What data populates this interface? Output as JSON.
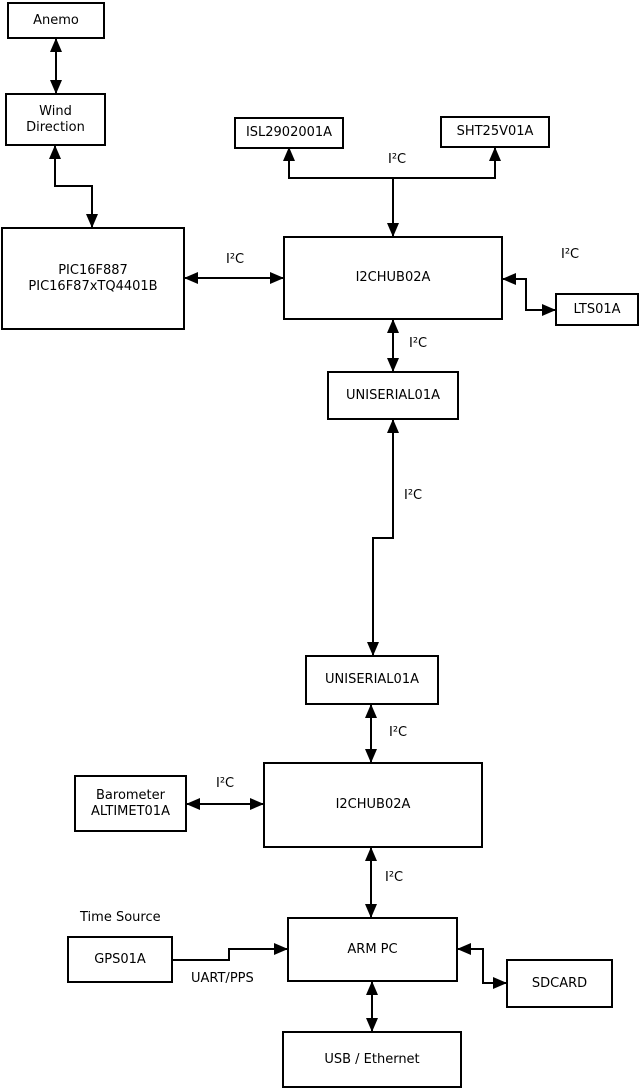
{
  "diagram": {
    "colors": {
      "background": "#ffffff",
      "stroke": "#000000",
      "text": "#000000"
    },
    "nodes": {
      "anemo": {
        "label": "Anemo"
      },
      "wind_direction": {
        "lines": [
          "Wind",
          "Direction"
        ]
      },
      "pic": {
        "lines": [
          "PIC16F887",
          "PIC16F87xTQ4401B"
        ]
      },
      "isl2902001a": {
        "label": "ISL2902001A"
      },
      "sht25v01a": {
        "label": "SHT25V01A"
      },
      "i2chub_upper": {
        "label": "I2CHUB02A"
      },
      "lts01a": {
        "label": "LTS01A"
      },
      "uniserial_upper": {
        "label": "UNISERIAL01A"
      },
      "uniserial_lower": {
        "label": "UNISERIAL01A"
      },
      "i2chub_lower": {
        "label": "I2CHUB02A"
      },
      "barometer": {
        "lines": [
          "Barometer",
          "ALTIMET01A"
        ]
      },
      "gps01a": {
        "label": "GPS01A"
      },
      "arm_pc": {
        "label": "ARM PC"
      },
      "sdcard": {
        "label": "SDCARD"
      },
      "usb_ethernet": {
        "label": "USB / Ethernet"
      }
    },
    "labels": {
      "i2c": "I²C",
      "time_source": "Time Source",
      "uart_pps": "UART/PPS"
    },
    "edges": [
      {
        "from": "Anemo",
        "to": "Wind Direction",
        "direction": "both",
        "label": ""
      },
      {
        "from": "Wind Direction",
        "to": "PIC16F887 PIC16F87xTQ4401B",
        "direction": "both",
        "label": ""
      },
      {
        "from": "PIC16F887 PIC16F87xTQ4401B",
        "to": "I2CHUB02A (upper)",
        "direction": "both",
        "label": "I²C"
      },
      {
        "from": "I2CHUB02A (upper)",
        "to": "ISL2902001A",
        "direction": "to",
        "label": "I²C"
      },
      {
        "from": "I2CHUB02A (upper)",
        "to": "SHT25V01A",
        "direction": "to",
        "label": "I²C"
      },
      {
        "from": "I2CHUB02A (upper)",
        "to": "LTS01A",
        "direction": "both",
        "label": "I²C"
      },
      {
        "from": "I2CHUB02A (upper)",
        "to": "UNISERIAL01A (upper)",
        "direction": "both",
        "label": "I²C"
      },
      {
        "from": "UNISERIAL01A (upper)",
        "to": "UNISERIAL01A (lower)",
        "direction": "both",
        "label": "I²C"
      },
      {
        "from": "UNISERIAL01A (lower)",
        "to": "I2CHUB02A (lower)",
        "direction": "both",
        "label": "I²C"
      },
      {
        "from": "Barometer ALTIMET01A",
        "to": "I2CHUB02A (lower)",
        "direction": "both",
        "label": "I²C"
      },
      {
        "from": "I2CHUB02A (lower)",
        "to": "ARM PC",
        "direction": "both",
        "label": "I²C"
      },
      {
        "from": "GPS01A",
        "to": "ARM PC",
        "direction": "to",
        "label": "UART/PPS"
      },
      {
        "from": "ARM PC",
        "to": "SDCARD",
        "direction": "both",
        "label": ""
      },
      {
        "from": "ARM PC",
        "to": "USB / Ethernet",
        "direction": "both",
        "label": ""
      }
    ]
  }
}
